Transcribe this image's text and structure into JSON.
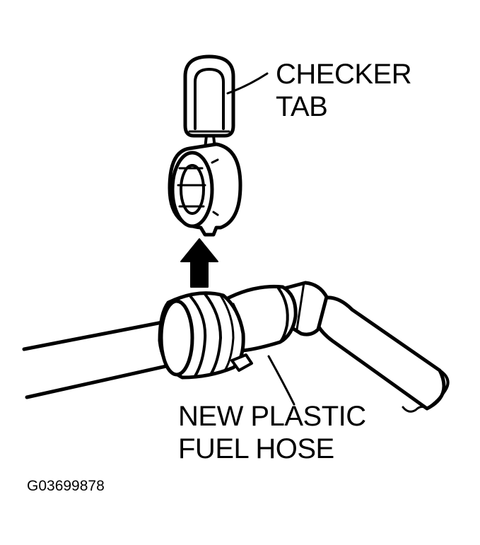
{
  "labels": {
    "checker_tab": [
      "CHECKER",
      "TAB"
    ],
    "fuel_hose": [
      "NEW PLASTIC",
      "FUEL HOSE"
    ]
  },
  "figure_id": "G03699878",
  "colors": {
    "ink": "#000000",
    "paper": "#ffffff"
  }
}
